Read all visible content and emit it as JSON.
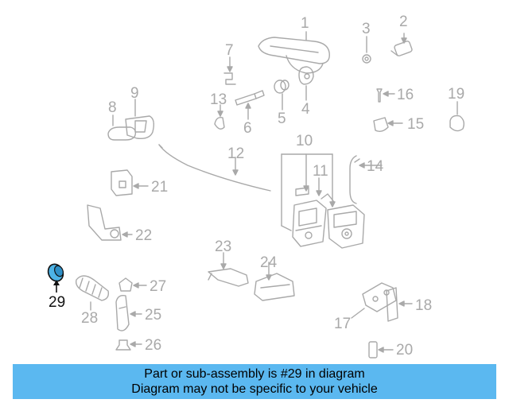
{
  "diagram": {
    "callouts": {
      "c1": "1",
      "c2": "2",
      "c3": "3",
      "c4": "4",
      "c5": "5",
      "c6": "6",
      "c7": "7",
      "c8": "8",
      "c9": "9",
      "c10": "10",
      "c11": "11",
      "c12": "12",
      "c13": "13",
      "c14": "14",
      "c15": "15",
      "c16": "16",
      "c17": "17",
      "c18": "18",
      "c19": "19",
      "c20": "20",
      "c21": "21",
      "c22": "22",
      "c23": "23",
      "c24": "24",
      "c25": "25",
      "c26": "26",
      "c27": "27",
      "c28": "28",
      "c29": "29"
    },
    "highlighted_part": "29",
    "colors": {
      "line": "#a9a9a9",
      "highlight_fill": "#4db3e6",
      "highlight_stroke": "#111111",
      "banner": "#5bb8f0"
    }
  },
  "banner": {
    "line1": "Part or sub-assembly is #29 in diagram",
    "line2": "Diagram may not be specific to your vehicle"
  }
}
